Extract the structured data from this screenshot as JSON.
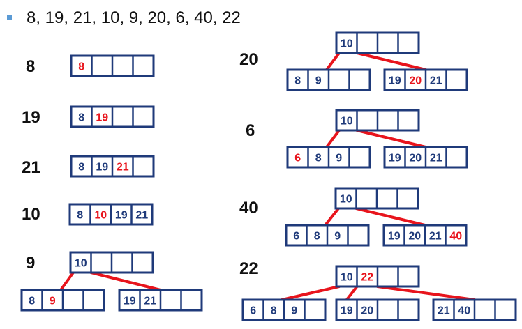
{
  "sequence": "8, 19, 21, 10, 9, 20, 6, 40, 22",
  "colors": {
    "node_border": "#1f3a7a",
    "key": "#1f3a7a",
    "new_key": "#e8141c",
    "edge": "#e8141c",
    "bullet": "#5b9bd5"
  },
  "steps": [
    {
      "label": "8",
      "nodes": [
        {
          "id": "a",
          "keys": [
            "8"
          ],
          "highlight": 0
        }
      ],
      "edges": []
    },
    {
      "label": "19",
      "nodes": [
        {
          "id": "a",
          "keys": [
            "8",
            "19"
          ],
          "highlight": 1
        }
      ],
      "edges": []
    },
    {
      "label": "21",
      "nodes": [
        {
          "id": "a",
          "keys": [
            "8",
            "19",
            "21"
          ],
          "highlight": 2
        }
      ],
      "edges": []
    },
    {
      "label": "10",
      "nodes": [
        {
          "id": "a",
          "keys": [
            "8",
            "10",
            "19",
            "21"
          ],
          "highlight": 1
        }
      ],
      "edges": []
    },
    {
      "label": "9",
      "nodes": [
        {
          "id": "root",
          "keys": [
            "10"
          ],
          "highlight": -1
        },
        {
          "id": "left",
          "keys": [
            "8",
            "9"
          ],
          "highlight": 1
        },
        {
          "id": "right",
          "keys": [
            "19",
            "21"
          ],
          "highlight": -1
        }
      ],
      "edges": [
        [
          "root",
          0,
          "left"
        ],
        [
          "root",
          1,
          "right"
        ]
      ]
    },
    {
      "label": "20",
      "nodes": [
        {
          "id": "root",
          "keys": [
            "10"
          ],
          "highlight": -1
        },
        {
          "id": "left",
          "keys": [
            "8",
            "9"
          ],
          "highlight": -1
        },
        {
          "id": "right",
          "keys": [
            "19",
            "20",
            "21"
          ],
          "highlight": 1
        }
      ],
      "edges": [
        [
          "root",
          0,
          "left"
        ],
        [
          "root",
          1,
          "right"
        ]
      ]
    },
    {
      "label": "6",
      "nodes": [
        {
          "id": "root",
          "keys": [
            "10"
          ],
          "highlight": -1
        },
        {
          "id": "left",
          "keys": [
            "6",
            "8",
            "9"
          ],
          "highlight": 0
        },
        {
          "id": "right",
          "keys": [
            "19",
            "20",
            "21"
          ],
          "highlight": -1
        }
      ],
      "edges": [
        [
          "root",
          0,
          "left"
        ],
        [
          "root",
          1,
          "right"
        ]
      ]
    },
    {
      "label": "40",
      "nodes": [
        {
          "id": "root",
          "keys": [
            "10"
          ],
          "highlight": -1
        },
        {
          "id": "left",
          "keys": [
            "6",
            "8",
            "9"
          ],
          "highlight": -1
        },
        {
          "id": "right",
          "keys": [
            "19",
            "20",
            "21",
            "40"
          ],
          "highlight": 3
        }
      ],
      "edges": [
        [
          "root",
          0,
          "left"
        ],
        [
          "root",
          1,
          "right"
        ]
      ]
    },
    {
      "label": "22",
      "nodes": [
        {
          "id": "root",
          "keys": [
            "10",
            "22"
          ],
          "highlight": 1
        },
        {
          "id": "left",
          "keys": [
            "6",
            "8",
            "9"
          ],
          "highlight": -1
        },
        {
          "id": "mid",
          "keys": [
            "19",
            "20"
          ],
          "highlight": -1
        },
        {
          "id": "right",
          "keys": [
            "21",
            "40"
          ],
          "highlight": -1
        }
      ],
      "edges": [
        [
          "root",
          0,
          "left"
        ],
        [
          "root",
          1,
          "mid"
        ],
        [
          "root",
          2,
          "right"
        ]
      ]
    }
  ]
}
